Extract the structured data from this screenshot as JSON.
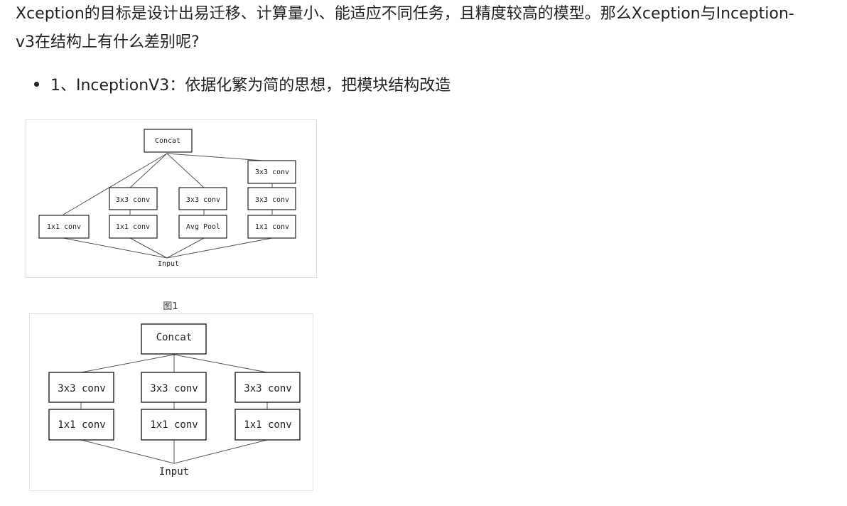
{
  "article": {
    "paragraph": "Xception的目标是设计出易迁移、计算量小、能适应不同任务，且精度较高的模型。那么Xception与Inception-v3在结构上有什么差别呢?",
    "bullet": "1、InceptionV3：依据化繁为简的思想，把模块结构改造"
  },
  "figure1": {
    "caption": "图1",
    "nodes": {
      "concat": "Concat",
      "b1_conv1": "1x1 conv",
      "b2_conv3": "3x3 conv",
      "b2_conv1": "1x1 conv",
      "b3_conv3": "3x3 conv",
      "b3_pool": "Avg Pool",
      "b4_conv3a": "3x3 conv",
      "b4_conv3b": "3x3 conv",
      "b4_conv1": "1x1 conv",
      "input": "Input"
    }
  },
  "figure2": {
    "nodes": {
      "concat": "Concat",
      "b1_conv3": "3x3 conv",
      "b1_conv1": "1x1 conv",
      "b2_conv3": "3x3 conv",
      "b2_conv1": "1x1 conv",
      "b3_conv3": "3x3 conv",
      "b3_conv1": "1x1 conv",
      "input": "Input"
    }
  },
  "colors": {
    "text": "#222226",
    "box_border": "#222222",
    "line": "#555555",
    "figure_border": "#e2e2e2"
  }
}
